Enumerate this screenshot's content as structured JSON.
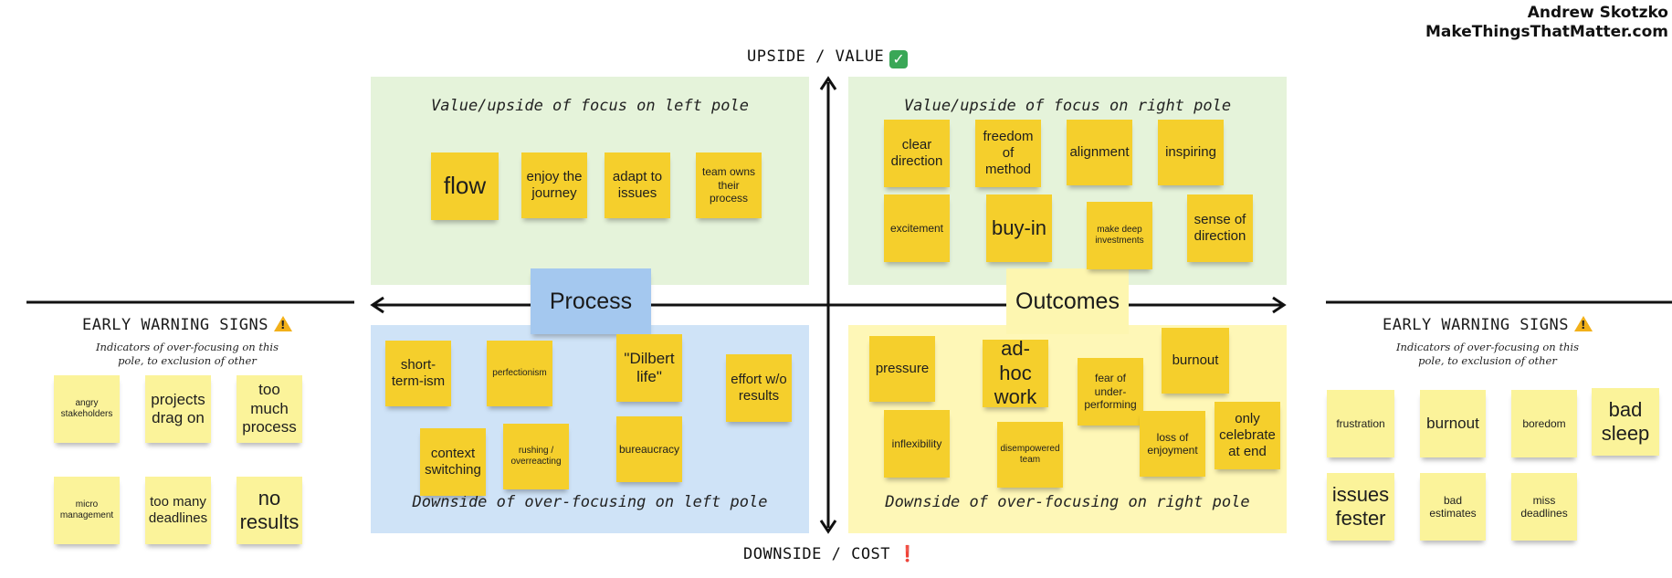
{
  "author": {
    "name": "Andrew Skotzko",
    "site": "MakeThingsThatMatter.com"
  },
  "axis": {
    "top_label": "UPSIDE / VALUE",
    "top_emoji": "✓",
    "bottom_label": "DOWNSIDE / COST",
    "bottom_emoji": "❗"
  },
  "poles": {
    "left": "Process",
    "right": "Outcomes"
  },
  "quadrants": {
    "top_left": {
      "title": "Value/upside of focus on left pole",
      "notes": [
        "flow",
        "enjoy the journey",
        "adapt to issues",
        "team owns their process"
      ]
    },
    "top_right": {
      "title": "Value/upside of focus on right pole",
      "notes": [
        "clear direction",
        "freedom of method",
        "alignment",
        "inspiring",
        "excitement",
        "buy-in",
        "make deep investments",
        "sense of direction"
      ]
    },
    "bottom_left": {
      "title": "Downside of over-focusing on left pole",
      "notes": [
        "short-term-ism",
        "perfectionism",
        "\"Dilbert life\"",
        "effort w/o results",
        "context switching",
        "rushing / overreacting",
        "bureaucracy"
      ]
    },
    "bottom_right": {
      "title": "Downside of over-focusing on right pole",
      "notes": [
        "pressure",
        "ad-hoc work",
        "fear of under-performing",
        "burnout",
        "inflexibility",
        "disempowered team",
        "loss of enjoyment",
        "only celebrate at end"
      ]
    }
  },
  "warnings": {
    "title": "EARLY WARNING SIGNS",
    "subtitle_line1": "Indicators of over-focusing on this",
    "subtitle_line2": "pole, to exclusion of other",
    "left": [
      "angry stakeholders",
      "projects drag on",
      "too much process",
      "micro management",
      "too many deadlines",
      "no results"
    ],
    "right": [
      "frustration",
      "burnout",
      "boredom",
      "bad sleep",
      "issues fester",
      "bad estimates",
      "miss deadlines"
    ]
  },
  "colors": {
    "sticky": "#f5cf2c",
    "sticky_light": "#fbf39a",
    "upside_bg": "#e5f3da",
    "process_bg": "#cfe3f7",
    "outcomes_bg": "#fef7b7"
  }
}
